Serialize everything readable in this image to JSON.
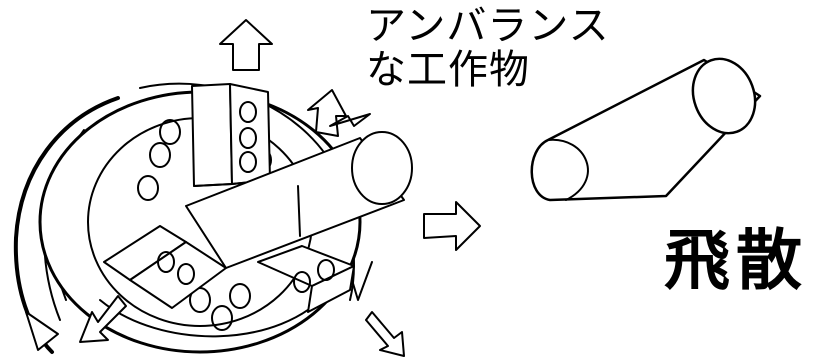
{
  "labels": {
    "workpiece_line1": "アンバランス",
    "workpiece_line2": "な工作物",
    "scatter": "飛散"
  },
  "colors": {
    "line": "#000000",
    "background": "#ffffff"
  }
}
